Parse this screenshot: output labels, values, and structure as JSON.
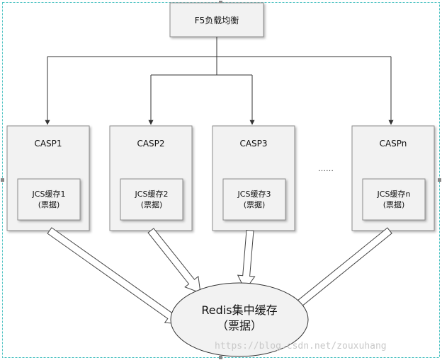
{
  "load_balancer": {
    "label": "F5负载均衡"
  },
  "servers": [
    {
      "name": "CASP1",
      "cache_line1": "JCS缓存1",
      "cache_line2": "(票据)"
    },
    {
      "name": "CASP2",
      "cache_line1": "JCS缓存2",
      "cache_line2": "(票据)"
    },
    {
      "name": "CASP3",
      "cache_line1": "JCS缓存3",
      "cache_line2": "(票据)"
    },
    {
      "name": "CASPn",
      "cache_line1": "JCS缓存n",
      "cache_line2": "(票据)"
    }
  ],
  "ellipsis": "……",
  "redis": {
    "line1": "Redis集中缓存",
    "line2": "（票据）"
  },
  "watermark": "https://blog.csdn.net/zouxuhang",
  "colors": {
    "selection_border": "#4fc3c3",
    "box_fill": "#f2f2f2",
    "box_stroke": "#8c8c8c",
    "line": "#333333"
  }
}
